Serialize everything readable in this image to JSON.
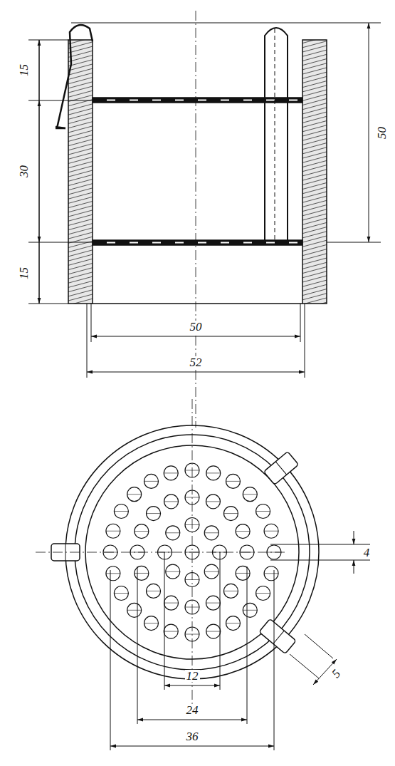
{
  "diagram": {
    "labels": [
      "15",
      "30",
      "15",
      "50",
      "50",
      "52",
      "4",
      "5",
      "12",
      "24",
      "36"
    ]
  }
}
